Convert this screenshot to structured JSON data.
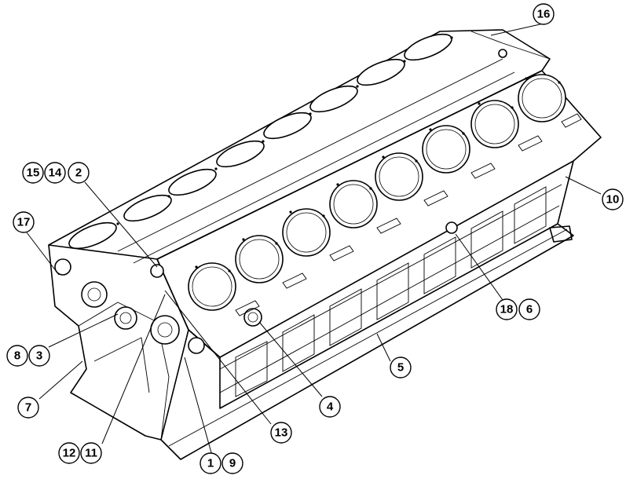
{
  "diagram": {
    "callouts": [
      "1",
      "2",
      "3",
      "4",
      "5",
      "6",
      "7",
      "8",
      "9",
      "10",
      "11",
      "12",
      "13",
      "14",
      "15",
      "16",
      "17",
      "18"
    ],
    "cylinder_bores_front_bank": 8,
    "cylinder_bores_rear_bank": 8
  }
}
